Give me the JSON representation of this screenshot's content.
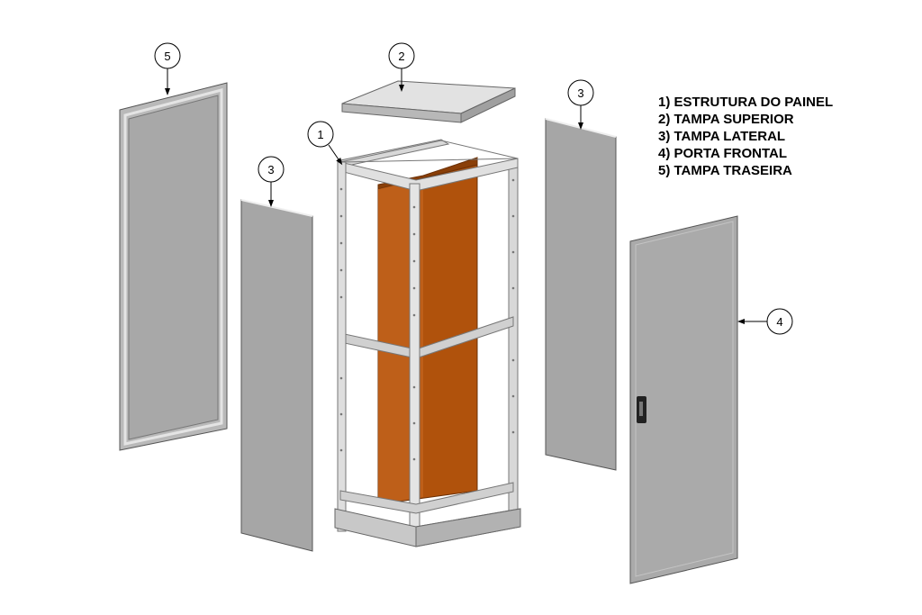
{
  "legend": [
    "1) ESTRUTURA DO PAINEL",
    "2) TAMPA SUPERIOR",
    "3) TAMPA LATERAL",
    "4) PORTA FRONTAL",
    "5) TAMPA TRASEIRA"
  ],
  "callouts": {
    "rear_cover": "5",
    "top_cover": "2",
    "side_cover_right": "3",
    "frame": "1",
    "side_cover_left": "3",
    "front_door": "4"
  },
  "colors": {
    "panel": "#a4a4a4",
    "panel_light": "#d6d6d6",
    "mounting_plate": "#b0520c",
    "frame": "#dcdcdc"
  }
}
